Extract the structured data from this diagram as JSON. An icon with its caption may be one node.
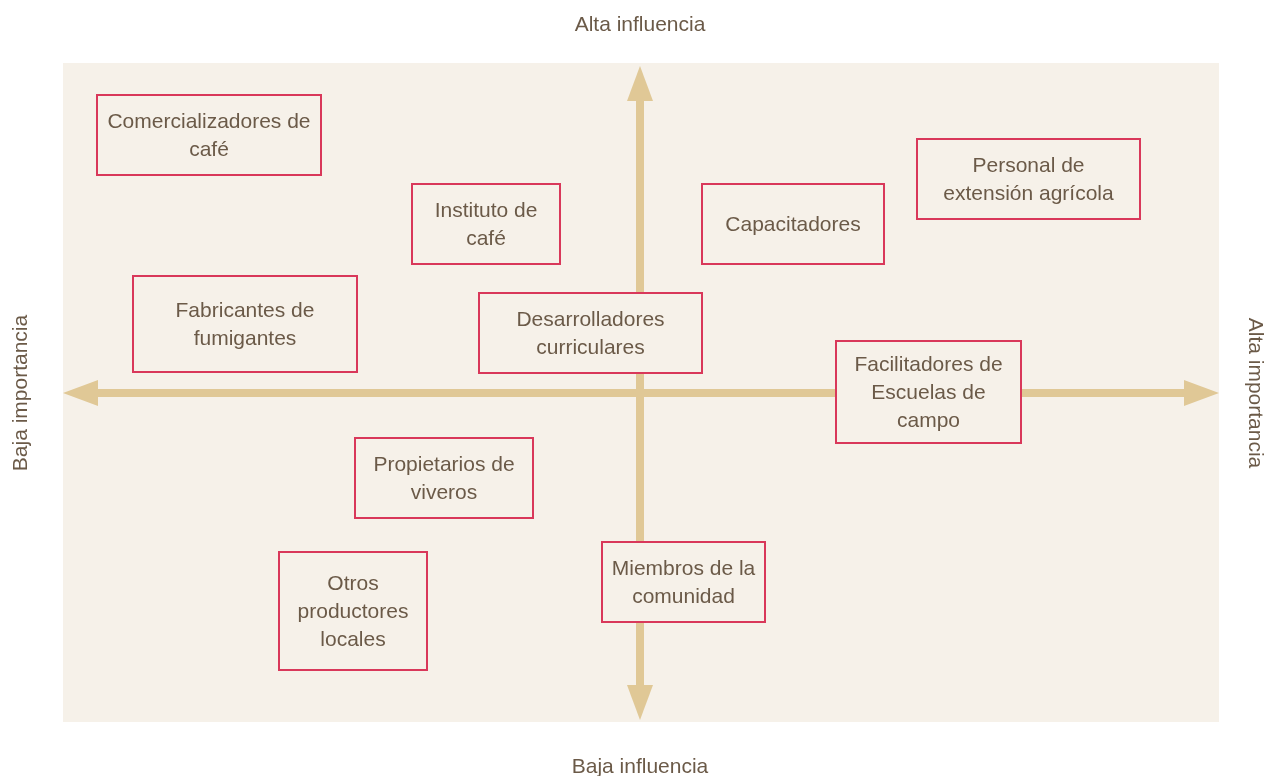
{
  "diagram": {
    "nodes": [
      {
        "text": [
          "Comercializadores de café"
        ]
      },
      {
        "text": [
          "Instituto de café"
        ]
      },
      {
        "text": [
          "Capacitadores"
        ]
      },
      {
        "text": [
          "Personal de extensión agrícola"
        ]
      },
      {
        "text": [
          "Fabricantes de fumigantes"
        ]
      },
      {
        "text": [
          "Desarrolladores curriculares"
        ]
      },
      {
        "text": [
          "Facilitadores de Escuelas de campo"
        ]
      },
      {
        "text": [
          "Propietarios de viveros"
        ]
      },
      {
        "text": [
          "Otros productores locales"
        ]
      },
      {
        "text": [
          "Miembros de la comunidad"
        ]
      }
    ],
    "labels": [
      "Alta influencia",
      "Baja importancia",
      "Alta importancia",
      "Baja influencia"
    ]
  }
}
